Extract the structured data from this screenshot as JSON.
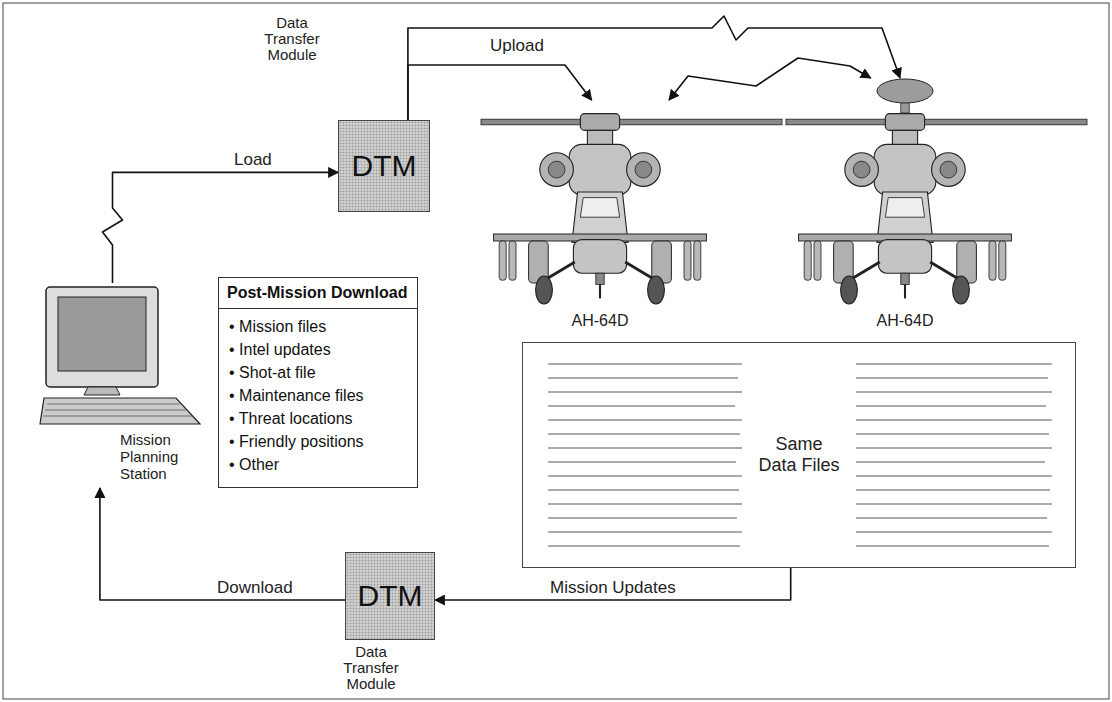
{
  "diagram": {
    "nodes": [
      {
        "text": [
          "Mission Planning Station"
        ]
      },
      {
        "text": [
          "DTM",
          "Data Transfer Module"
        ]
      },
      {
        "text": [
          "Post-Mission Download",
          "• Mission files",
          "• Intel updates",
          "• Shot-at file",
          "• Maintenance files",
          "• Threat locations",
          "• Friendly positions",
          "• Other"
        ]
      },
      {
        "text": [
          "AH-64D"
        ]
      },
      {
        "text": [
          "AH-64D"
        ]
      },
      {
        "text": [
          "Same Data Files"
        ]
      },
      {
        "text": [
          "DTM",
          "Data Transfer Module"
        ]
      }
    ],
    "edges": [
      {
        "from": 0,
        "to": 1,
        "label": "Load",
        "arrow": "to"
      },
      {
        "from": 1,
        "to": 3,
        "label": "Upload",
        "arrow": "to"
      },
      {
        "from": 1,
        "to": 4,
        "arrow": "to"
      },
      {
        "from": 3,
        "to": 4,
        "arrow": "both"
      },
      {
        "from": 5,
        "to": 6,
        "label": "Mission Updates",
        "arrow": "to"
      },
      {
        "from": 6,
        "to": 0,
        "label": "Download",
        "arrow": "to"
      }
    ]
  }
}
